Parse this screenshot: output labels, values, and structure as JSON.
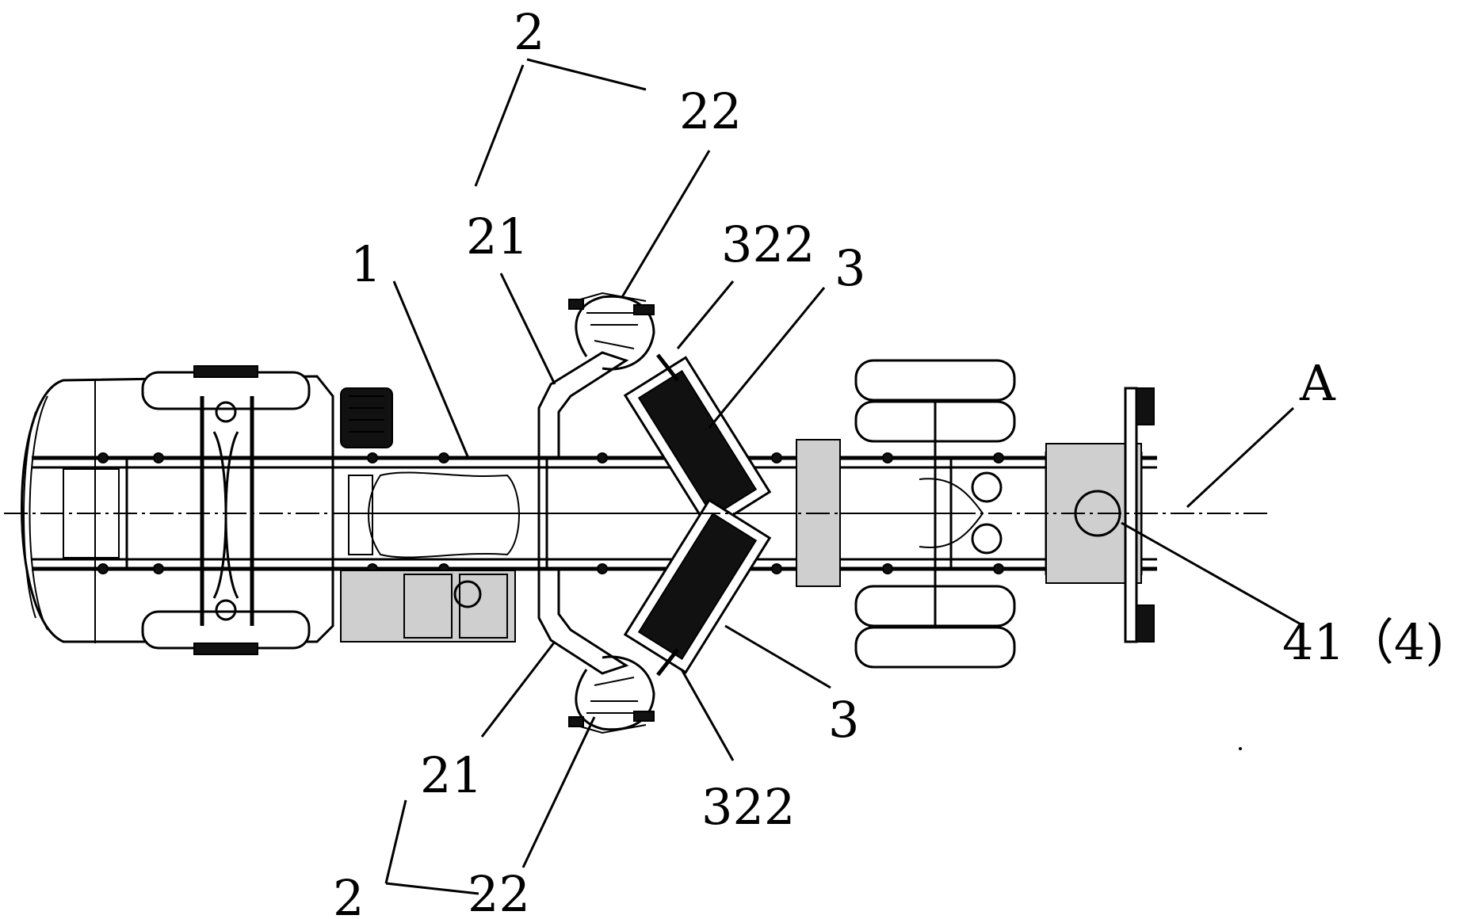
{
  "labels": {
    "assembly_2_top": "2",
    "part_22_top": "22",
    "part_21_top": "21",
    "part_1": "1",
    "part_322_top": "322",
    "part_3_top": "3",
    "axis_A": "A",
    "part_41_4": "41（4)",
    "part_21_bottom": "21",
    "part_3_bottom": "3",
    "part_322_bottom": "322",
    "assembly_2_bottom": "2",
    "part_22_bottom": "22"
  }
}
